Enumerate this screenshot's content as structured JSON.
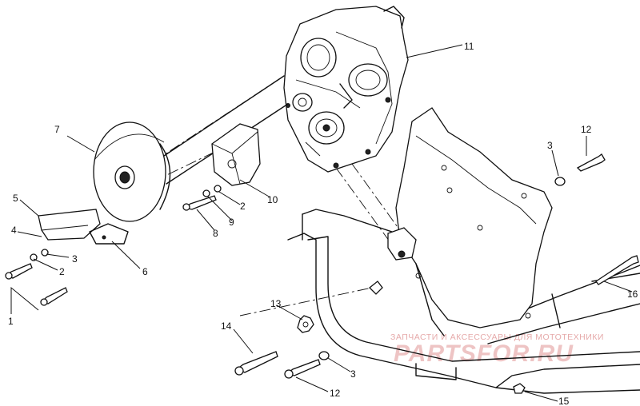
{
  "diagram": {
    "callouts": {
      "c1": "1",
      "c2a": "2",
      "c2b": "2",
      "c3a": "3",
      "c3b": "3",
      "c3c": "3",
      "c4": "4",
      "c5": "5",
      "c6": "6",
      "c7": "7",
      "c8": "8",
      "c9": "9",
      "c10": "10",
      "c11": "11",
      "c12a": "12",
      "c12b": "12",
      "c13": "13",
      "c14": "14",
      "c15": "15",
      "c16": "16"
    },
    "watermark": {
      "caption": "ЗАПЧАСТИ И АКСЕССУАРЫ ДЛЯ МОТОТЕХНИКИ",
      "brand": "PARTSFOR.RU"
    },
    "colors": {
      "line": "#111111",
      "watermark": "#e6aaaa"
    }
  }
}
